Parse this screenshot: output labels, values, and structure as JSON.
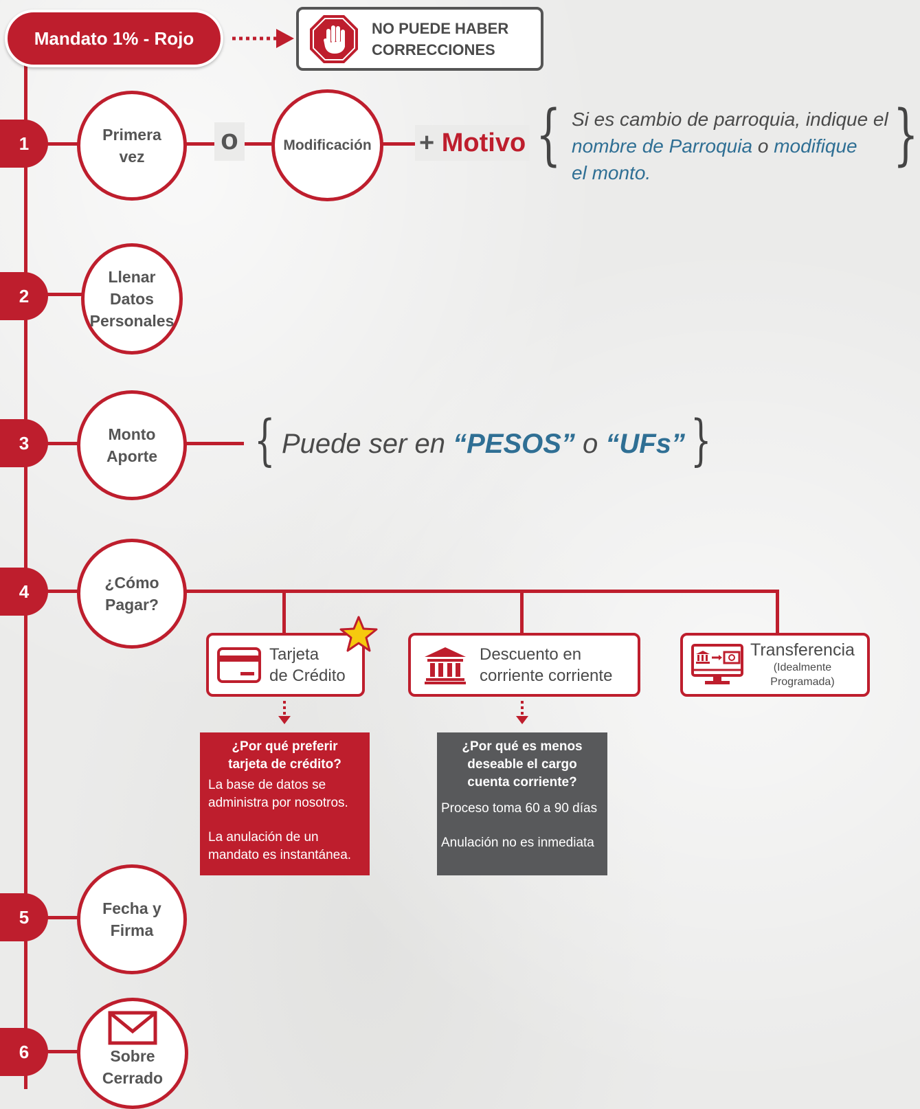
{
  "header": {
    "title": "Mandato 1% - Rojo",
    "warning_line1": "NO PUEDE HABER",
    "warning_line2": "CORRECCIONES",
    "stop_icon": "stop-hand-icon"
  },
  "steps": [
    {
      "number": "1",
      "line1": "Primera",
      "line2": "vez"
    },
    {
      "number": "2",
      "line1": "Llenar",
      "line2": "Datos",
      "line3": "Personales"
    },
    {
      "number": "3",
      "line1": "Monto",
      "line2": "Aporte"
    },
    {
      "number": "4",
      "line1": "¿Cómo",
      "line2": "Pagar?"
    },
    {
      "number": "5",
      "line1": "Fecha y",
      "line2": "Firma"
    },
    {
      "number": "6",
      "line1": "Sobre",
      "line2": "Cerrado",
      "icon": "envelope-icon"
    }
  ],
  "step1_extra": {
    "or_text": "o",
    "alt_label": "Modificación",
    "plus_text": "+",
    "motivo": "Motivo",
    "note_part1": "Si es cambio de parroquia, indique el",
    "note_part2": "nombre de Parroquia",
    "note_part3": "o",
    "note_part4": "modifique",
    "note_part5": "el monto."
  },
  "step3_extra": {
    "prefix": "Puede ser en",
    "opt1": "“PESOS”",
    "or_text": "o",
    "opt2": "“UFs”"
  },
  "payment": {
    "credit": {
      "line1": "Tarjeta",
      "line2": "de Crédito",
      "icon": "credit-card-icon",
      "badge": "star-icon"
    },
    "debit": {
      "line1": "Descuento en",
      "line2": "corriente corriente",
      "icon": "bank-icon"
    },
    "transfer": {
      "line1": "Transferencia",
      "line2": "(Idealmente",
      "line3": "Programada)",
      "icon": "computer-transfer-icon"
    }
  },
  "info_credit": {
    "title1": "¿Por qué preferir",
    "title2": "tarjeta de crédito?",
    "p1a": "La base de datos se",
    "p1b": "administra por nosotros.",
    "p2a": "La anulación de un",
    "p2b": "mandato es instantánea."
  },
  "info_debit": {
    "title1": "¿Por qué es menos",
    "title2": "deseable el cargo",
    "title3": "cuenta corriente?",
    "p1": "Proceso toma 60 a 90 días",
    "p2": "Anulación no es inmediata"
  },
  "colors": {
    "accent": "#be1e2d",
    "dark": "#58595b",
    "blue": "#2f6f94"
  }
}
